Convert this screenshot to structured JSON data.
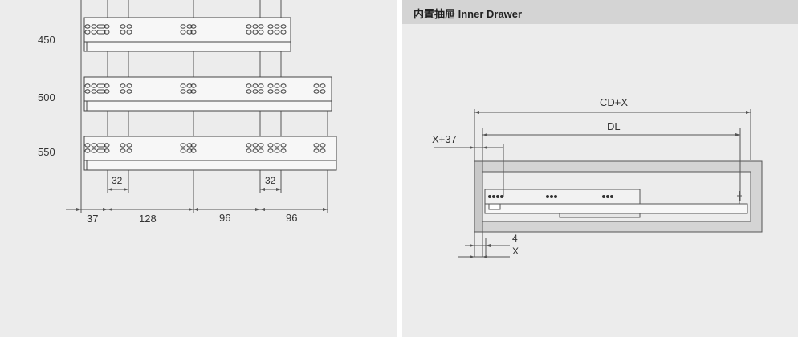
{
  "header": {
    "title": "内置抽屉   Inner Drawer"
  },
  "left": {
    "rows": [
      {
        "label": "450",
        "slide": "450"
      },
      {
        "label": "500",
        "slide": "500"
      },
      {
        "label": "550",
        "slide": "550"
      }
    ],
    "dimensions": {
      "top_small_1": "32",
      "top_small_2": "32",
      "bottom_1": "37",
      "bottom_2": "128",
      "bottom_3": "96",
      "bottom_4": "96"
    }
  },
  "right": {
    "labels": {
      "cd_x": "CD+X",
      "dl": "DL",
      "x37": "X+37",
      "four": "4",
      "x": "X"
    }
  },
  "colors": {
    "panel_bg": "#ececec",
    "header_bg": "#d4d4d4",
    "line": "#555555"
  }
}
